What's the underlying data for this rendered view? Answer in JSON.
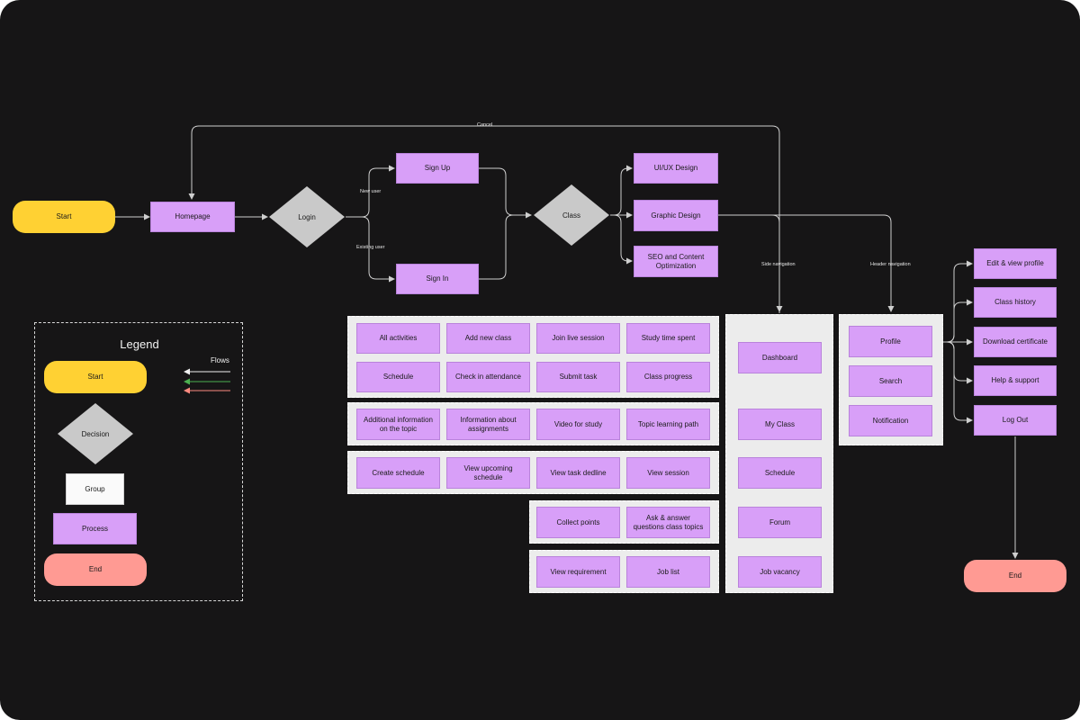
{
  "nodes": {
    "start": "Start",
    "homepage": "Homepage",
    "login": "Login",
    "sign_up": "Sign Up",
    "sign_in": "Sign In",
    "class": "Class",
    "uiux": "UI/UX Design",
    "graphic": "Graphic Design",
    "seo": "SEO and Content Optimization",
    "end": "End"
  },
  "edge_labels": {
    "cancel": "Cancel",
    "new_user": "New user",
    "existing_user": "Existing user",
    "side_navigation": "Side navigation",
    "header_navigation": "Header navigation"
  },
  "side_nav": [
    "Dashboard",
    "My Class",
    "Schedule",
    "Forum",
    "Job vacancy"
  ],
  "dashboard_items": [
    "All activities",
    "Add new class",
    "Join live session",
    "Study time spent",
    "Schedule",
    "Check in attendance",
    "Submit task",
    "Class progress"
  ],
  "myclass_items": [
    "Additional information on the topic",
    "Information about assignments",
    "Video for study",
    "Topic learning path"
  ],
  "schedule_items": [
    "Create schedule",
    "View upcoming schedule",
    "View task dedline",
    "View session"
  ],
  "forum_items": [
    "Collect points",
    "Ask & answer questions class topics"
  ],
  "job_items": [
    "View requirement",
    "Job list"
  ],
  "header_nav": [
    "Profile",
    "Search",
    "Notification"
  ],
  "profile_items": [
    "Edit & view profile",
    "Class history",
    "Download certificate",
    "Help & support",
    "Log Out"
  ],
  "legend": {
    "title": "Legend",
    "flows": "Flows",
    "start": "Start",
    "decision": "Decision",
    "group": "Group",
    "process": "Process",
    "end": "End"
  },
  "colors": {
    "background": "#161516",
    "process": "#d89ff8",
    "start": "#ffd133",
    "end": "#ff9a93",
    "decision": "#c9c9c9",
    "group": "#ececec",
    "flow_default": "#ffffff",
    "flow_success": "#4caf50",
    "flow_error": "#ff8a80"
  }
}
